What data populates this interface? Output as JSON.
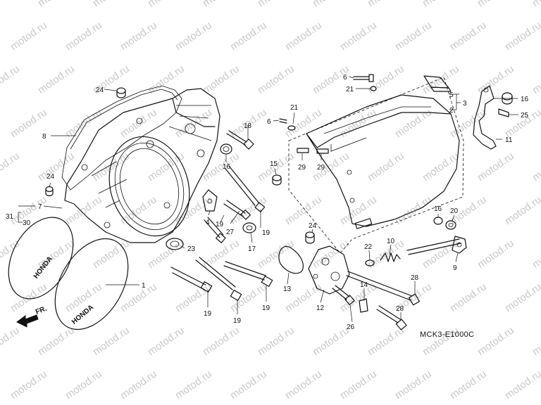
{
  "watermark": "motod.ru",
  "diagram_code": "MCK3-E1000C",
  "forward_label": "FR.",
  "brand_text": "HONDA",
  "callouts": {
    "c1": "1",
    "c2": "2",
    "c3": "3",
    "c4": "4",
    "c5": "5",
    "c6a": "6",
    "c6b": "6",
    "c7": "7",
    "c8": "8",
    "c9": "9",
    "c10": "10",
    "c11": "11",
    "c12": "12",
    "c13": "13",
    "c14": "14",
    "c15": "15",
    "c16a": "16",
    "c16b": "16",
    "c16c": "16",
    "c17": "17",
    "c18": "18",
    "c19a": "19",
    "c19b": "19",
    "c19c": "19",
    "c19d": "19",
    "c19e": "19",
    "c20": "20",
    "c21a": "21",
    "c21b": "21",
    "c22": "22",
    "c23": "23",
    "c24a": "24",
    "c24b": "24",
    "c24c": "24",
    "c25": "25",
    "c26": "26",
    "c27": "27",
    "c28a": "28",
    "c28b": "28",
    "c29a": "29",
    "c29b": "29",
    "c30": "30",
    "c31": "31"
  }
}
